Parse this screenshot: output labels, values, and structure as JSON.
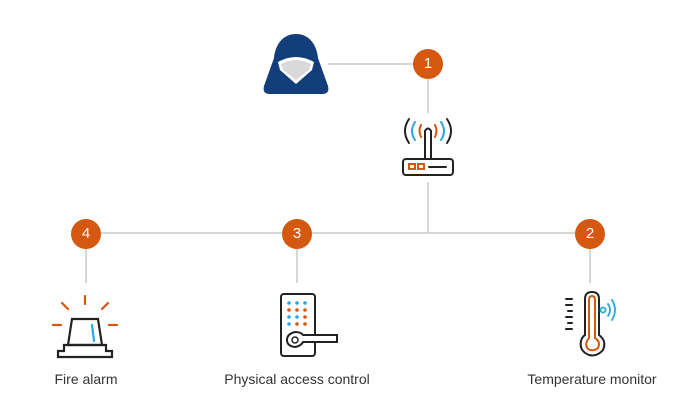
{
  "nodes": {
    "step1": "1",
    "step2": "2",
    "step3": "3",
    "step4": "4"
  },
  "devices": {
    "fire_alarm": "Fire alarm",
    "access_control": "Physical access control",
    "temperature_monitor": "Temperature monitor"
  },
  "colors": {
    "accent": "#d4580f",
    "navy": "#123e7c",
    "blue": "#2aa7e0",
    "line": "#c8c8c8"
  }
}
